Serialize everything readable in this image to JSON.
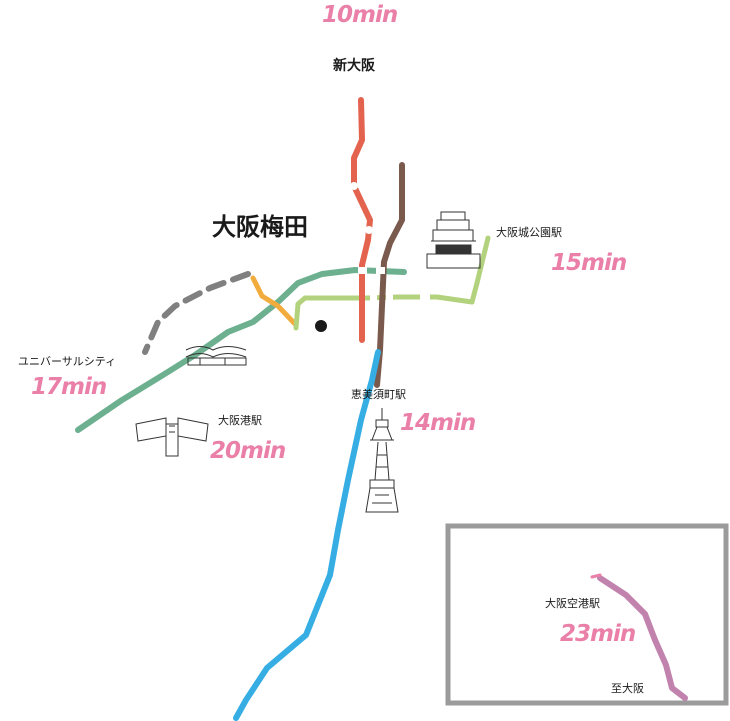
{
  "map": {
    "colors": {
      "time": "#ea7fa8",
      "red_line": "#e3634f",
      "brown_line": "#7a5a4c",
      "blue_line": "#36aee4",
      "green_line": "#6db08f",
      "lime_line": "#b3d27d",
      "orange_line": "#f2ac3d",
      "gray_line": "#808080",
      "purple_line": "#c182ad",
      "inset_border": "#9b9b9b"
    },
    "stations": {
      "shin_osaka": "新大阪",
      "umeda": "大阪梅田",
      "osakajo": "大阪城公園駅",
      "usj": "ユニバーサルシティ",
      "osakako": "大阪港駅",
      "ebisucho": "恵美須町駅",
      "itami": "大阪空港駅",
      "to_osaka": "至大阪"
    },
    "times": {
      "shin_osaka": "10min",
      "osakajo": "15min",
      "usj": "17min",
      "osakako": "20min",
      "ebisucho": "14min",
      "itami": "23min"
    },
    "icons": [
      "osaka-castle-icon",
      "usj-building-icon",
      "aquarium-icon",
      "tsutenkaku-tower-icon",
      "current-location-dot"
    ]
  }
}
